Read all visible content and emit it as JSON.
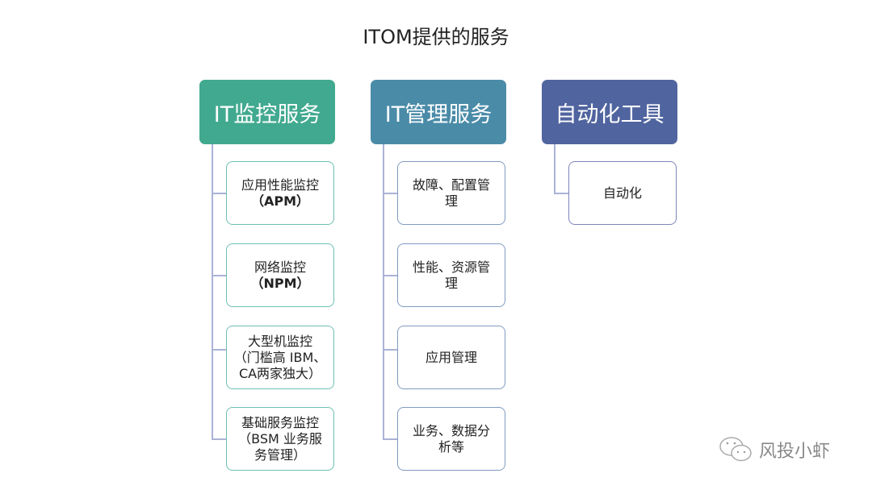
{
  "title": "ITOM提供的服务",
  "colors": {
    "col1": "#41a98f",
    "col2": "#4a8ba8",
    "col3": "#50649f",
    "border1": "#6cc0b5",
    "border2": "#7f9bc1",
    "border3": "#7f86bb",
    "connector": "#aab3d6"
  },
  "columns": [
    {
      "header": "IT监控服务",
      "items": [
        {
          "l1": "应用性能监控",
          "l2": "（APM）"
        },
        {
          "l1": "网络监控",
          "l2": "（NPM）"
        },
        {
          "l1": "大型机监控",
          "l2": "（门槛高 IBM、",
          "l3": "CA两家独大）"
        },
        {
          "l1": "基础服务监控",
          "l2": "（BSM 业务服",
          "l3": "务管理）"
        }
      ]
    },
    {
      "header": "IT管理服务",
      "items": [
        {
          "l1": "故障、配置管",
          "l2": "理"
        },
        {
          "l1": "性能、资源管",
          "l2": "理"
        },
        {
          "l1": "应用管理"
        },
        {
          "l1": "业务、数据分",
          "l2": "析等"
        }
      ]
    },
    {
      "header": "自动化工具",
      "items": [
        {
          "l1": "自动化"
        }
      ]
    }
  ],
  "watermark": "风投小虾"
}
